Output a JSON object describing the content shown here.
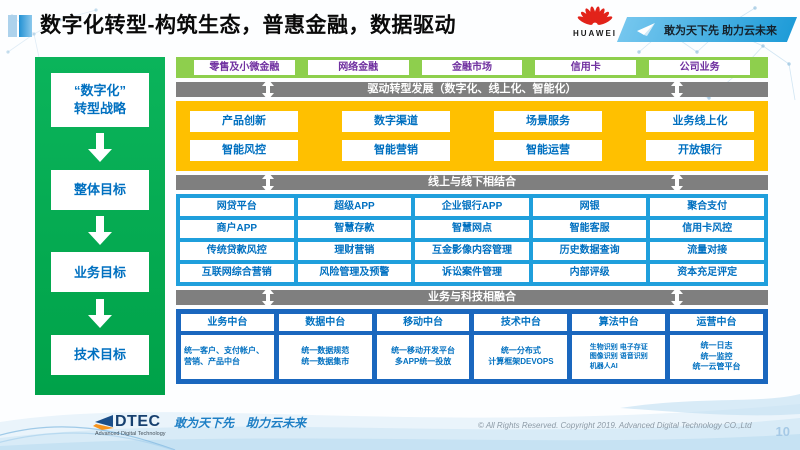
{
  "colors": {
    "huawei_red": "#E2231A",
    "sidebar_green": "#00AC4F",
    "band_green": "#8ECF4D",
    "accent_yellow": "#FFC000",
    "section_blue": "#1F9FDC",
    "platform_blue": "#1A67BE",
    "connector_gray": "#7F7F7F",
    "text_blue": "#0070C0",
    "text_purple": "#7030A0"
  },
  "header": {
    "title": "数字化转型-构筑生态，普惠金融，数据驱动",
    "huawei_logo_text": "HUAWEI",
    "banner_slogan": "敢为天下先 助力云未来"
  },
  "strategy_flow": {
    "steps": [
      "“数字化”\n转型战略",
      "整体目标",
      "业务目标",
      "技术目标"
    ]
  },
  "business_lines": [
    "零售及小微金融",
    "网络金融",
    "金融市场",
    "信用卡",
    "公司业务"
  ],
  "bars": {
    "drive": "驱动转型发展（数字化、线上化、智能化）",
    "online_offline": "线上与线下相结合",
    "biz_tech": "业务与科技相融合"
  },
  "capabilities": {
    "rows": [
      [
        "产品创新",
        "数字渠道",
        "场景服务",
        "业务线上化"
      ],
      [
        "智能风控",
        "智能营销",
        "智能运营",
        "开放银行"
      ]
    ]
  },
  "scenario_apps": {
    "rows": [
      [
        "网贷平台",
        "超级APP",
        "企业银行APP",
        "网银",
        "聚合支付"
      ],
      [
        "商户APP",
        "智慧存款",
        "智慧网点",
        "智能客服",
        "信用卡风控"
      ],
      [
        "传统贷款风控",
        "理财营销",
        "互金影像内容管理",
        "历史数据查询",
        "流量对接"
      ],
      [
        "互联网综合营销",
        "风险管理及预警",
        "诉讼案件管理",
        "内部评级",
        "资本充足评定"
      ]
    ]
  },
  "platforms": [
    {
      "title": "业务中台",
      "detail": "统一客户、支付帐户、营销、产品中台"
    },
    {
      "title": "数据中台",
      "detail": "统一数据规范\n统一数据集市"
    },
    {
      "title": "移动中台",
      "detail": "统一移动开发平台\n多APP统一投放"
    },
    {
      "title": "技术中台",
      "detail": "统一分布式\n计算框架DEVOPS"
    },
    {
      "title": "算法中台",
      "detail": "生物识别 电子存证\n图像识别 语音识别\n机器人AI"
    },
    {
      "title": "运营中台",
      "detail": "统一日志\n统一监控\n统一云管平台"
    }
  ],
  "footer": {
    "logo_text": "DTEC",
    "logo_caption": "Advanced Digital Technology",
    "slogan": "敢为天下先　助力云未来",
    "copyright": "© All Rights Reserved. Copyright 2019. Advanced Digital Technology CO.,Ltd",
    "page_number": "10"
  }
}
